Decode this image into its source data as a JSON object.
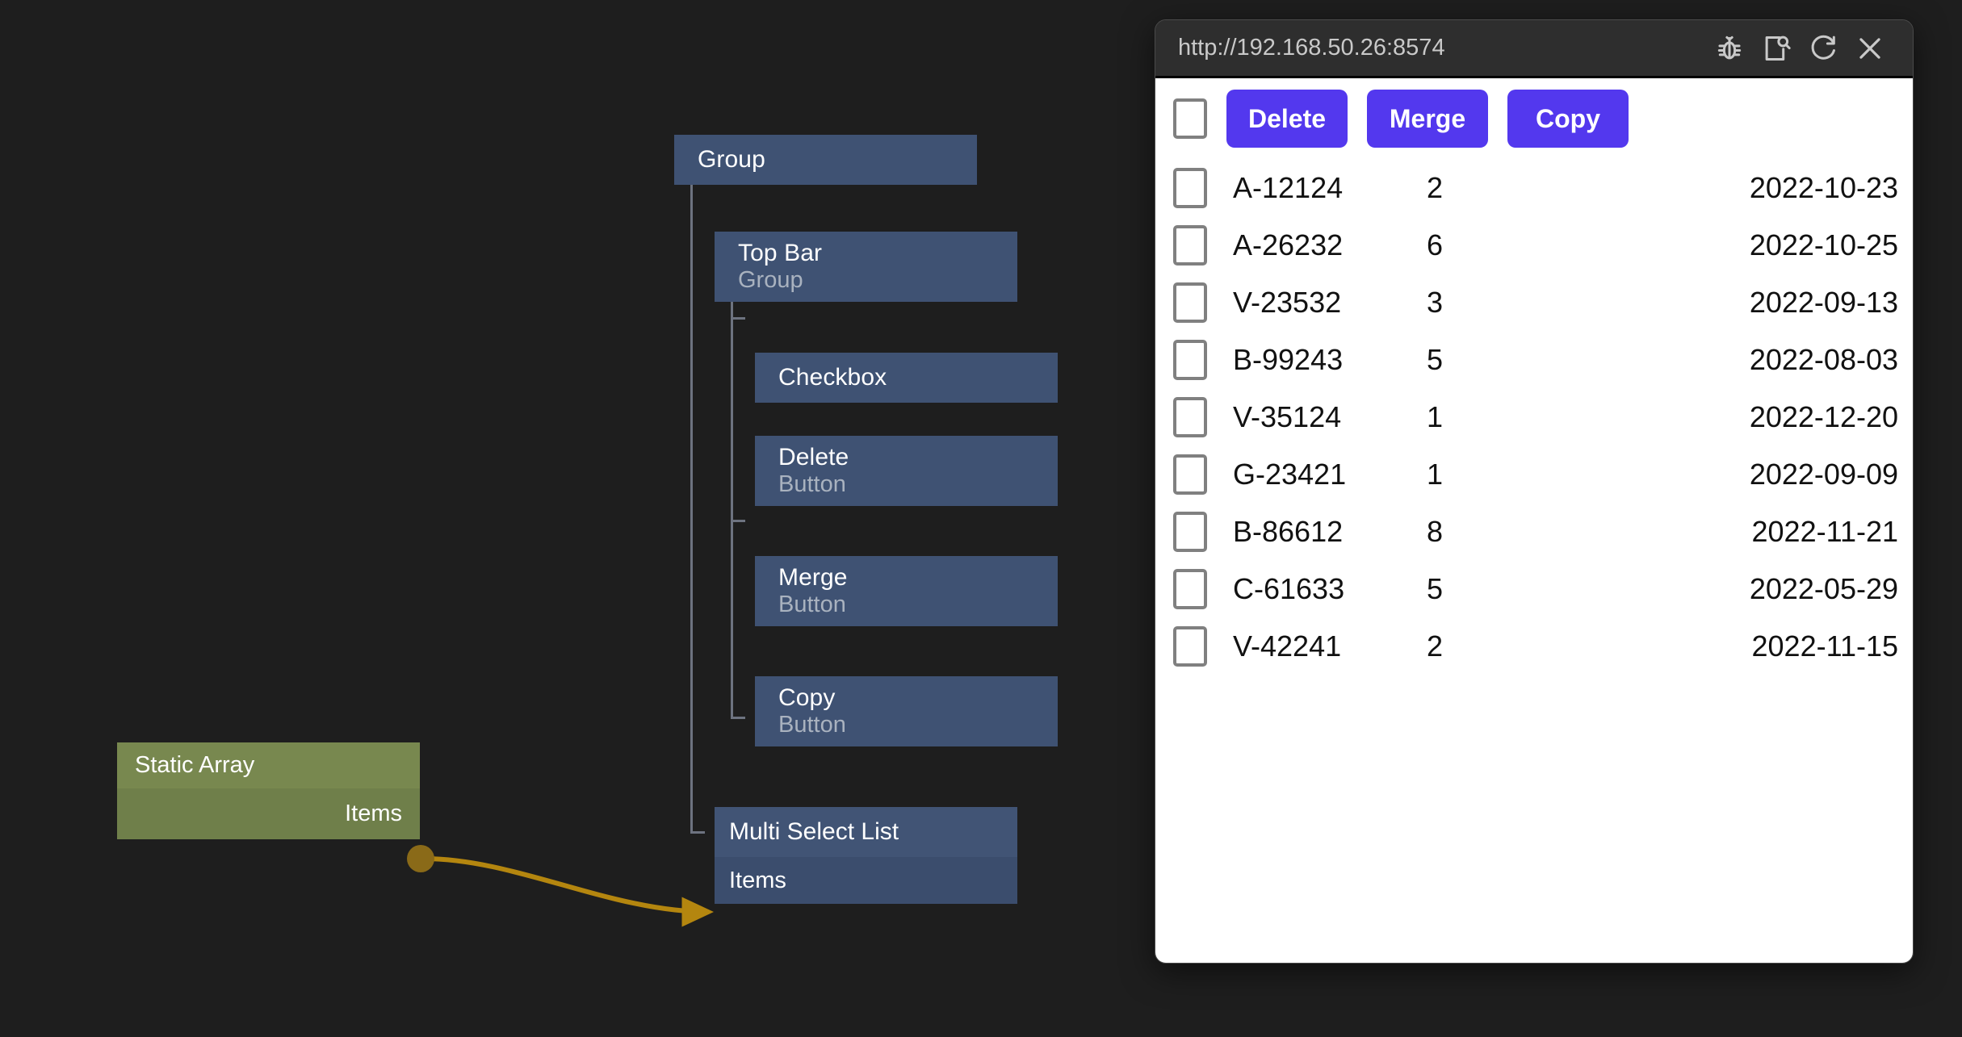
{
  "canvas": {
    "background": "#1e1e1e",
    "tree": {
      "root": {
        "title": "Group",
        "subtitle": ""
      },
      "top_bar": {
        "title": "Top Bar",
        "subtitle": "Group"
      },
      "children": [
        {
          "title": "Checkbox",
          "subtitle": ""
        },
        {
          "title": "Delete",
          "subtitle": "Button"
        },
        {
          "title": "Merge",
          "subtitle": "Button"
        },
        {
          "title": "Copy",
          "subtitle": "Button"
        }
      ],
      "multi_select_list": {
        "title": "Multi Select List",
        "port": "Items"
      }
    },
    "static_array": {
      "title": "Static Array",
      "port": "Items"
    },
    "colors": {
      "node_blue": "#3f5273",
      "node_green": "#6f7f4a",
      "connection": "#b4860f",
      "tree_line": "#6d7380"
    }
  },
  "browser": {
    "url": "http://192.168.50.26:8574",
    "icons": [
      "bug-icon",
      "inspect-page-icon",
      "reload-icon",
      "close-icon"
    ]
  },
  "page": {
    "toolbar": {
      "select_all_checkbox": "",
      "buttons": [
        "Delete",
        "Merge",
        "Copy"
      ]
    },
    "accent": "#5338ee",
    "rows": [
      {
        "id": "A-12124",
        "qty": "2",
        "date": "2022-10-23"
      },
      {
        "id": "A-26232",
        "qty": "6",
        "date": "2022-10-25"
      },
      {
        "id": "V-23532",
        "qty": "3",
        "date": "2022-09-13"
      },
      {
        "id": "B-99243",
        "qty": "5",
        "date": "2022-08-03"
      },
      {
        "id": "V-35124",
        "qty": "1",
        "date": "2022-12-20"
      },
      {
        "id": "G-23421",
        "qty": "1",
        "date": "2022-09-09"
      },
      {
        "id": "B-86612",
        "qty": "8",
        "date": "2022-11-21"
      },
      {
        "id": "C-61633",
        "qty": "5",
        "date": "2022-05-29"
      },
      {
        "id": "V-42241",
        "qty": "2",
        "date": "2022-11-15"
      }
    ]
  }
}
